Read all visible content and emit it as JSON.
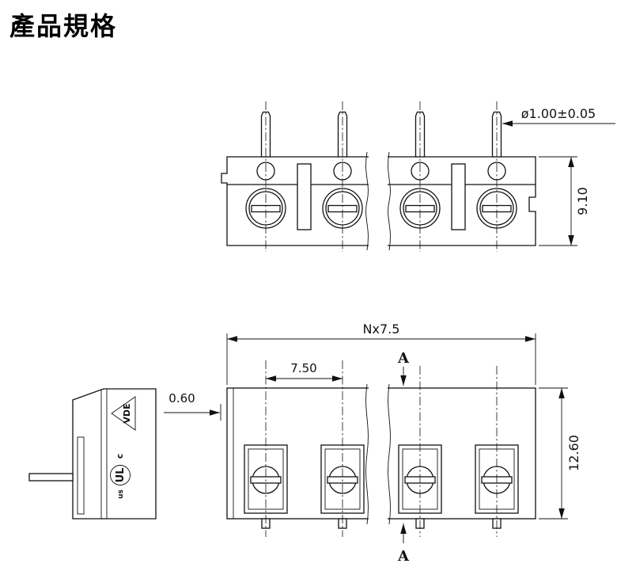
{
  "page": {
    "title": "產品規格"
  },
  "dimensions": {
    "pin_diameter": "ø1.00±0.05",
    "top_height": "9.10",
    "total_width": "Nx7.5",
    "pitch": "7.50",
    "wall": "0.60",
    "front_height": "12.60"
  },
  "section": {
    "top": "A",
    "bottom": "A"
  },
  "marks": {
    "vde": "VDE",
    "ul_c": "c",
    "ul": "UL",
    "ul_us": "us"
  }
}
